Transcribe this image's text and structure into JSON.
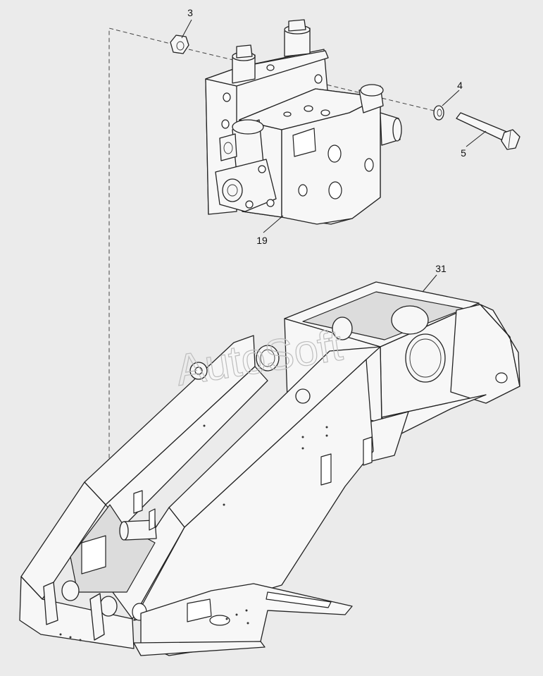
{
  "watermark": "AutoSoft",
  "callouts": [
    {
      "id": "c3",
      "text": "3"
    },
    {
      "id": "c4",
      "text": "4"
    },
    {
      "id": "c5",
      "text": "5"
    },
    {
      "id": "c19",
      "text": "19"
    },
    {
      "id": "c31",
      "text": "31"
    }
  ],
  "colors": {
    "background": "#ebebeb",
    "line": "#222222"
  }
}
